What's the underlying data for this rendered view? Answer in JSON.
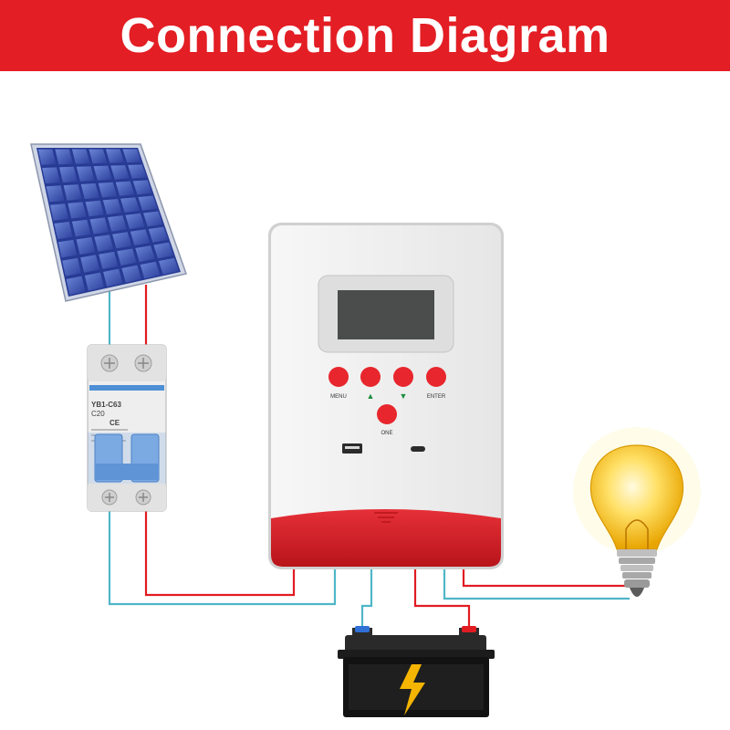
{
  "header": {
    "title": "Connection Diagram"
  },
  "controller": {
    "buttons": [
      "MENU",
      "▲",
      "▼",
      "ENTER",
      "ONE"
    ],
    "screen_on": false
  },
  "breaker": {
    "model": "YB1-C63",
    "rating": "C20",
    "ce_mark": "CE"
  },
  "colors": {
    "banner": "#e31e24",
    "positive_wire": "#e11b22",
    "negative_wire": "#4fb6c8",
    "controller_base": "#d9161d"
  },
  "components": [
    "solar-panel",
    "circuit-breaker",
    "charge-controller",
    "battery",
    "light-bulb"
  ]
}
